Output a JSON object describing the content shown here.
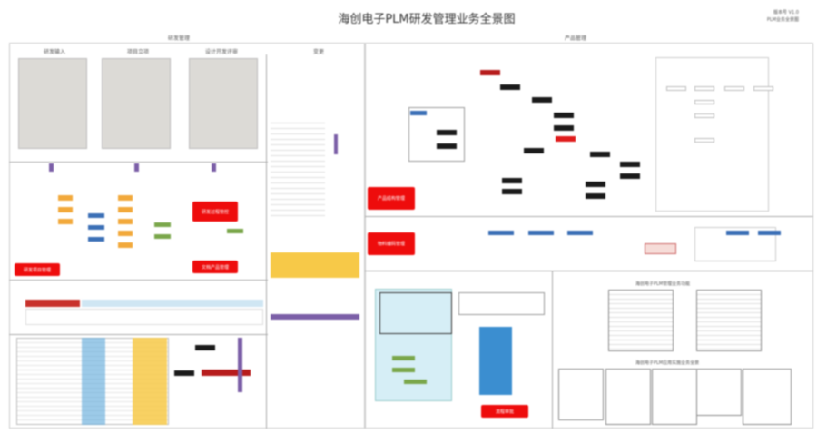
{
  "title": "海创电子PLM研发管理业务全景图",
  "meta": {
    "line1": "版本号 V1.0",
    "line2": "PLM业务全景图"
  },
  "sections": {
    "left": "研发管理",
    "right": "产品管理"
  },
  "left_columns": [
    "研发输入",
    "项目立项",
    "设计开发评审",
    "变更"
  ],
  "red_labels": {
    "a": "研发项目管理",
    "b": "研发过程管控",
    "c": "文档产品管理",
    "d": "产品结构管理",
    "e": "物料编码管理",
    "f": "流程审批"
  },
  "right_bottom": {
    "title1": "海创电子PLM管理业务功能",
    "title2": "海创电子PLM应用实施业务全景"
  },
  "colors": {
    "red": "#ee0c0c",
    "purple": "#7b5ea7",
    "yellow": "#f7c948",
    "blue": "#3b6fb6"
  }
}
